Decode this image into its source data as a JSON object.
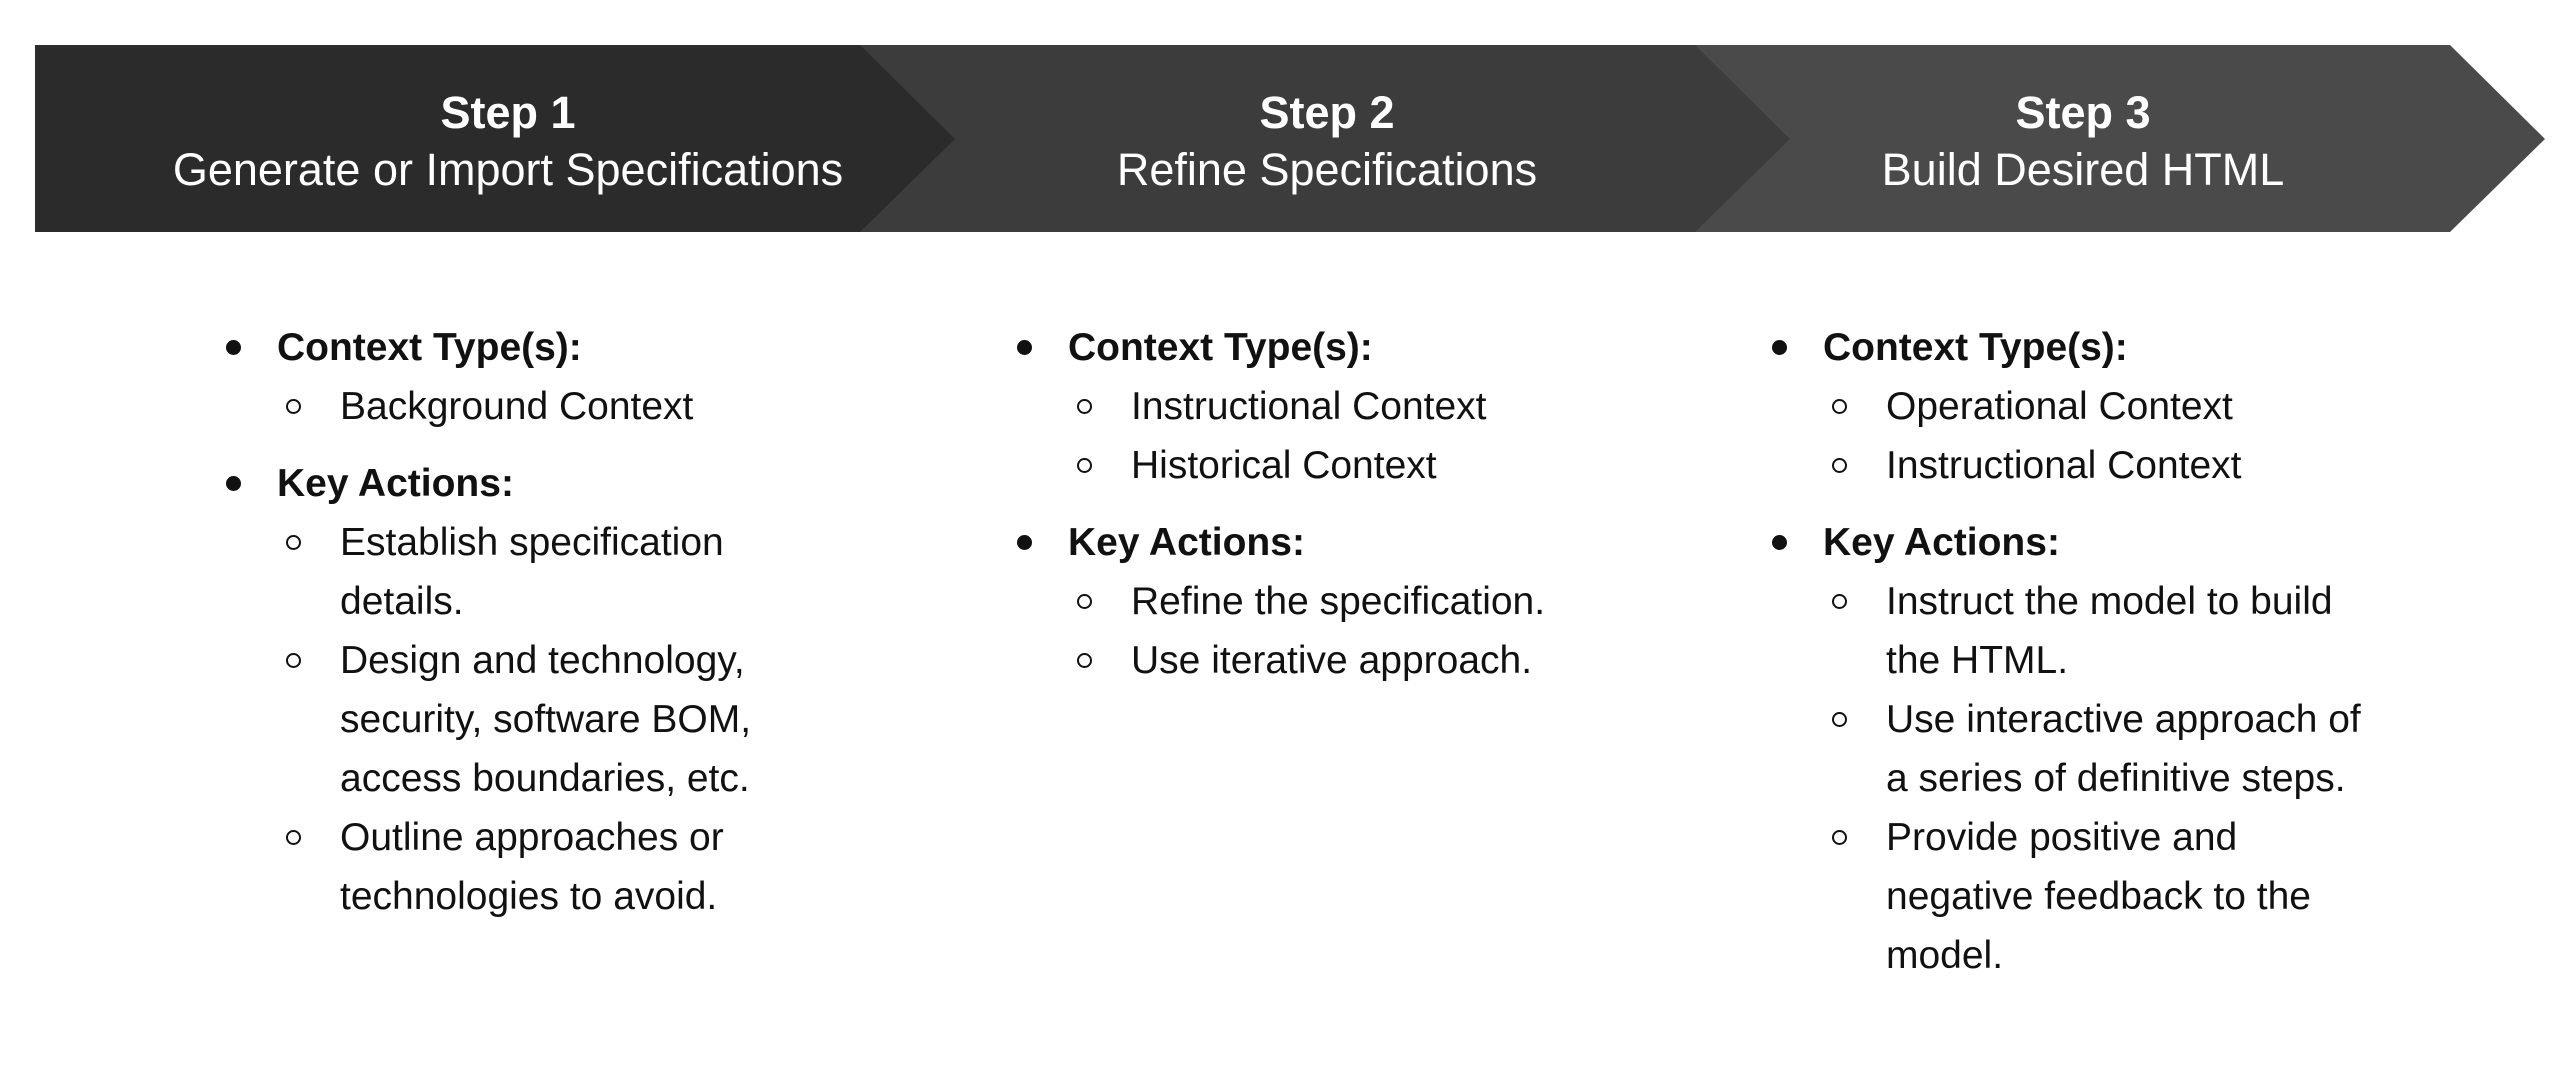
{
  "steps": [
    {
      "title": "Step 1",
      "subtitle": "Generate or Import Specifications",
      "color": "#2b2b2b",
      "context_label": "Context Type(s):",
      "context_items": [
        "Background Context"
      ],
      "actions_label": "Key Actions:",
      "action_items": [
        "Establish specification details.",
        "Design and technology, security, software BOM, access boundaries, etc.",
        "Outline approaches or technologies to avoid."
      ]
    },
    {
      "title": "Step 2",
      "subtitle": "Refine Specifications",
      "color": "#3c3c3c",
      "context_label": "Context Type(s):",
      "context_items": [
        "Instructional Context",
        "Historical Context"
      ],
      "actions_label": "Key Actions:",
      "action_items": [
        "Refine the specification.",
        "Use iterative approach."
      ]
    },
    {
      "title": "Step 3",
      "subtitle": "Build Desired HTML",
      "color": "#4a4a4a",
      "context_label": "Context Type(s):",
      "context_items": [
        "Operational Context",
        "Instructional Context"
      ],
      "actions_label": "Key Actions:",
      "action_items": [
        "Instruct the model to build the HTML.",
        "Use interactive approach of a series of definitive steps.",
        "Provide positive and negative feedback to the model."
      ]
    }
  ]
}
